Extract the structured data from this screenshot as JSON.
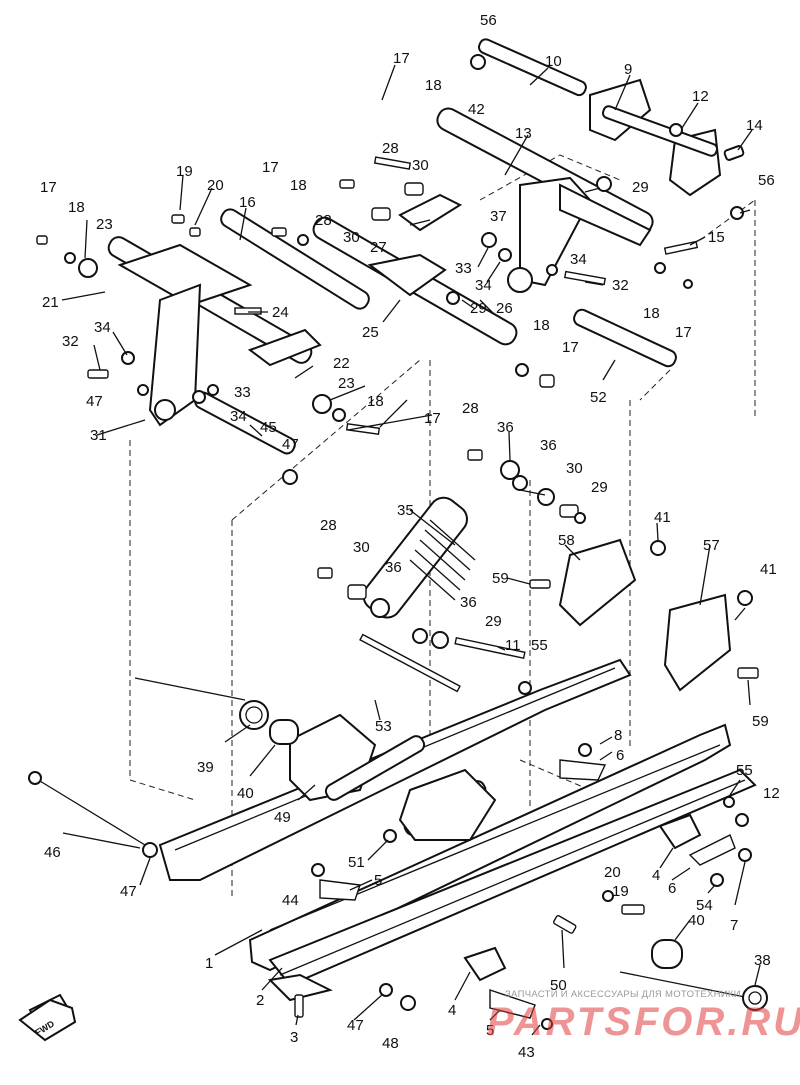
{
  "diagram": {
    "callouts": [
      "1",
      "2",
      "3",
      "4",
      "5",
      "6",
      "7",
      "8",
      "9",
      "10",
      "11",
      "12",
      "13",
      "14",
      "15",
      "16",
      "17",
      "18",
      "19",
      "20",
      "21",
      "22",
      "23",
      "24",
      "25",
      "26",
      "27",
      "28",
      "29",
      "30",
      "31",
      "32",
      "33",
      "34",
      "35",
      "36",
      "37",
      "38",
      "39",
      "40",
      "41",
      "42",
      "43",
      "44",
      "45",
      "46",
      "47",
      "48",
      "49",
      "50",
      "51",
      "52",
      "53",
      "54",
      "55",
      "56",
      "57",
      "58",
      "59"
    ],
    "fwd_label": "FWD"
  },
  "watermark": {
    "caption": "ЗАПЧАСТИ И АКСЕССУАРЫ ДЛЯ МОТОТЕХНИКИ",
    "logo": "PARTSFOR.RU",
    "color": "#e23c3c"
  }
}
